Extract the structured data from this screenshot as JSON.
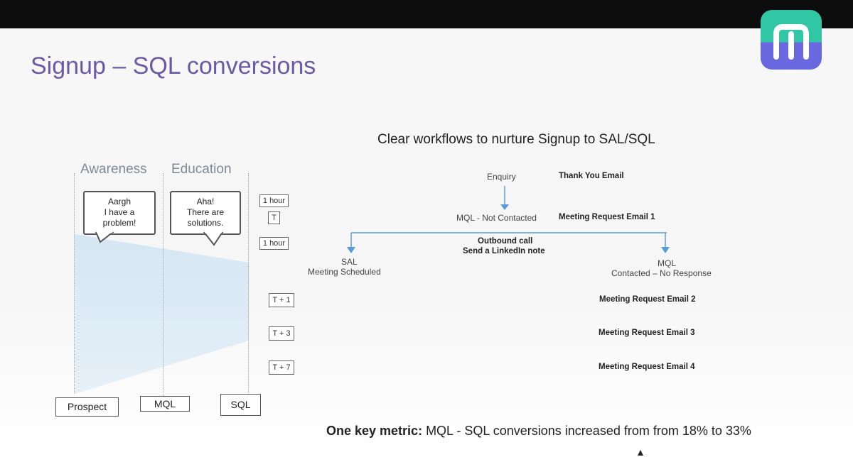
{
  "slide": {
    "title": "Signup – SQL conversions",
    "subtitle": "Clear workflows to nurture Signup to  SAL/SQL",
    "logo_icon": "brand-logo-icon",
    "colors": {
      "title": "#6a5aa6",
      "arrow": "#5b9bd5",
      "funnel": "#dceaf5",
      "logo_top": "#31c7a5",
      "logo_bottom": "#6a68de"
    }
  },
  "funnel": {
    "stages": [
      "Awareness",
      "Education"
    ],
    "bubbles": [
      [
        "Aargh",
        "I have a",
        "problem!"
      ],
      [
        "Aha!",
        "There are",
        "solutions."
      ]
    ],
    "bottom_labels": [
      "Prospect",
      "MQL",
      "SQL"
    ]
  },
  "timeline": [
    "1 hour",
    "T",
    "1 hour",
    "T + 1",
    "T + 3",
    "T + 7"
  ],
  "workflow": {
    "enquiry": "Enquiry",
    "thank_you": "Thank You Email",
    "mql_not_contacted": "MQL - Not Contacted",
    "meeting_email_1": "Meeting Request Email 1",
    "outbound_call": "Outbound call",
    "linkedin_note": "Send a LinkedIn note",
    "sal": "SAL",
    "meeting_scheduled": "Meeting Scheduled",
    "mql": "MQL",
    "contacted_no_response": "Contacted – No Response",
    "meeting_email_2": "Meeting Request Email 2",
    "meeting_email_3": "Meeting Request Email 3",
    "meeting_email_4": "Meeting Request Email 4"
  },
  "metric": {
    "label": "One key metric:",
    "text": " MQL - SQL conversions increased from from 18% to 33%"
  }
}
